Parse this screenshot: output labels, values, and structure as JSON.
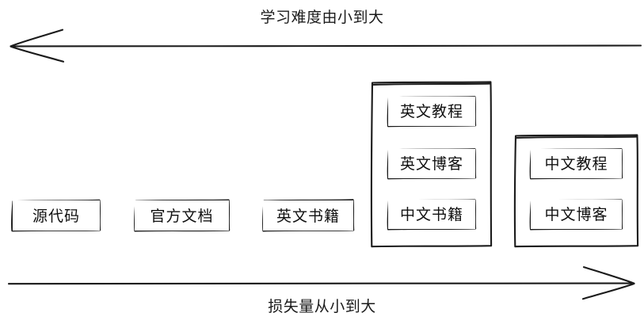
{
  "diagram": {
    "title_top": "学习难度由小到大",
    "title_bottom": "损失量从小到大",
    "style": "hand-drawn-sketch",
    "background_color": "#ffffff",
    "stroke_color": "#1b1b1b",
    "top_axis": {
      "caption": "学习难度由小到大",
      "direction": "left",
      "arrow_head": "left-arrow-head"
    },
    "bottom_axis": {
      "caption": "损失量从小到大",
      "direction": "right",
      "arrow_head": "right-arrow-head"
    },
    "nodes": [
      {
        "label": "源代码"
      },
      {
        "label": "官方文档"
      },
      {
        "label": "英文书籍"
      }
    ],
    "groups": [
      {
        "name": "english-group",
        "items": [
          {
            "label": "英文教程"
          },
          {
            "label": "英文博客"
          },
          {
            "label": "中文书籍"
          }
        ]
      },
      {
        "name": "chinese-group",
        "items": [
          {
            "label": "中文教程"
          },
          {
            "label": "中文博客"
          }
        ]
      }
    ]
  }
}
